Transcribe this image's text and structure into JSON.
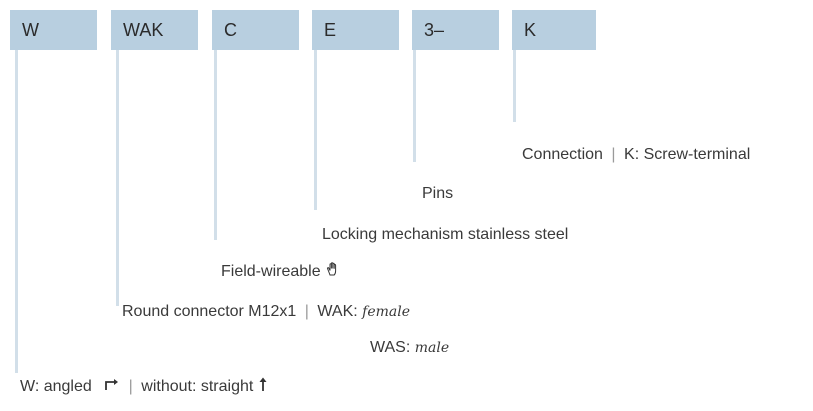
{
  "codes": [
    "W",
    "WAK",
    "C",
    "E",
    "3–",
    "K"
  ],
  "labels": {
    "connection": "Connection",
    "connection_option": "K: Screw-terminal",
    "pins": "Pins",
    "locking": "Locking mechanism stainless steel",
    "field_wireable": "Field-wireable",
    "round_connector": "Round connector M12x1",
    "female_prefix": "WAK:",
    "female_value": "female",
    "male_prefix": "WAS:",
    "male_value": "male",
    "angled": "W: angled",
    "without_straight": "without: straight",
    "separator": "|"
  },
  "icons": {
    "field_wireable": "hand-icon",
    "angled": "angled-arrow-icon",
    "straight": "up-arrow-icon"
  },
  "colors": {
    "box": "#b8cfe0",
    "line": "#d2dfe9",
    "text": "#3a3a3a"
  }
}
